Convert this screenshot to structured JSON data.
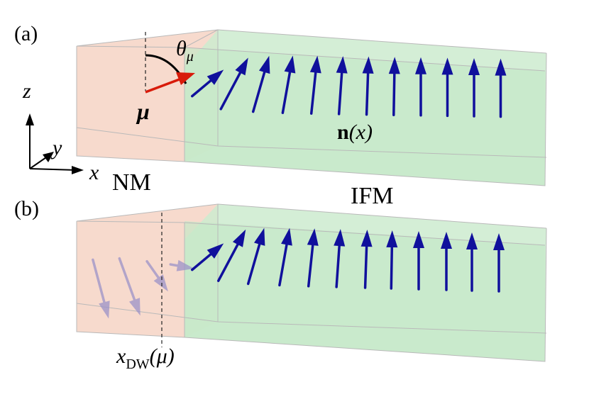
{
  "panels": [
    {
      "label": "(a)",
      "magnetization_label": "μ",
      "angle_label": "θ",
      "angle_subscript": "μ",
      "field_label_bold": "n",
      "field_label_rest": "(x)"
    },
    {
      "label": "(b)",
      "dw_label_main": "x",
      "dw_label_sub": "DW",
      "dw_label_arg": "(μ)"
    }
  ],
  "regions": {
    "left": "NM",
    "right": "IFM"
  },
  "axes": {
    "x": "x",
    "y": "y",
    "z": "z"
  },
  "colors": {
    "nm_fill": "#f6d4c4",
    "ifm_fill": "#cdebcf",
    "spin": "#1010a8",
    "spin_faded": "#9b92c8",
    "mu_arrow": "#d81b0a"
  },
  "diagram": {
    "panel_a_spin_tilts_deg": [
      50,
      28,
      16,
      10,
      6,
      4,
      2,
      1,
      0,
      0,
      0,
      0
    ],
    "panel_b_spin_tilts_deg": [
      165,
      160,
      145,
      100,
      50,
      28,
      16,
      10,
      6,
      4,
      2,
      1,
      0,
      0,
      0,
      0
    ]
  }
}
